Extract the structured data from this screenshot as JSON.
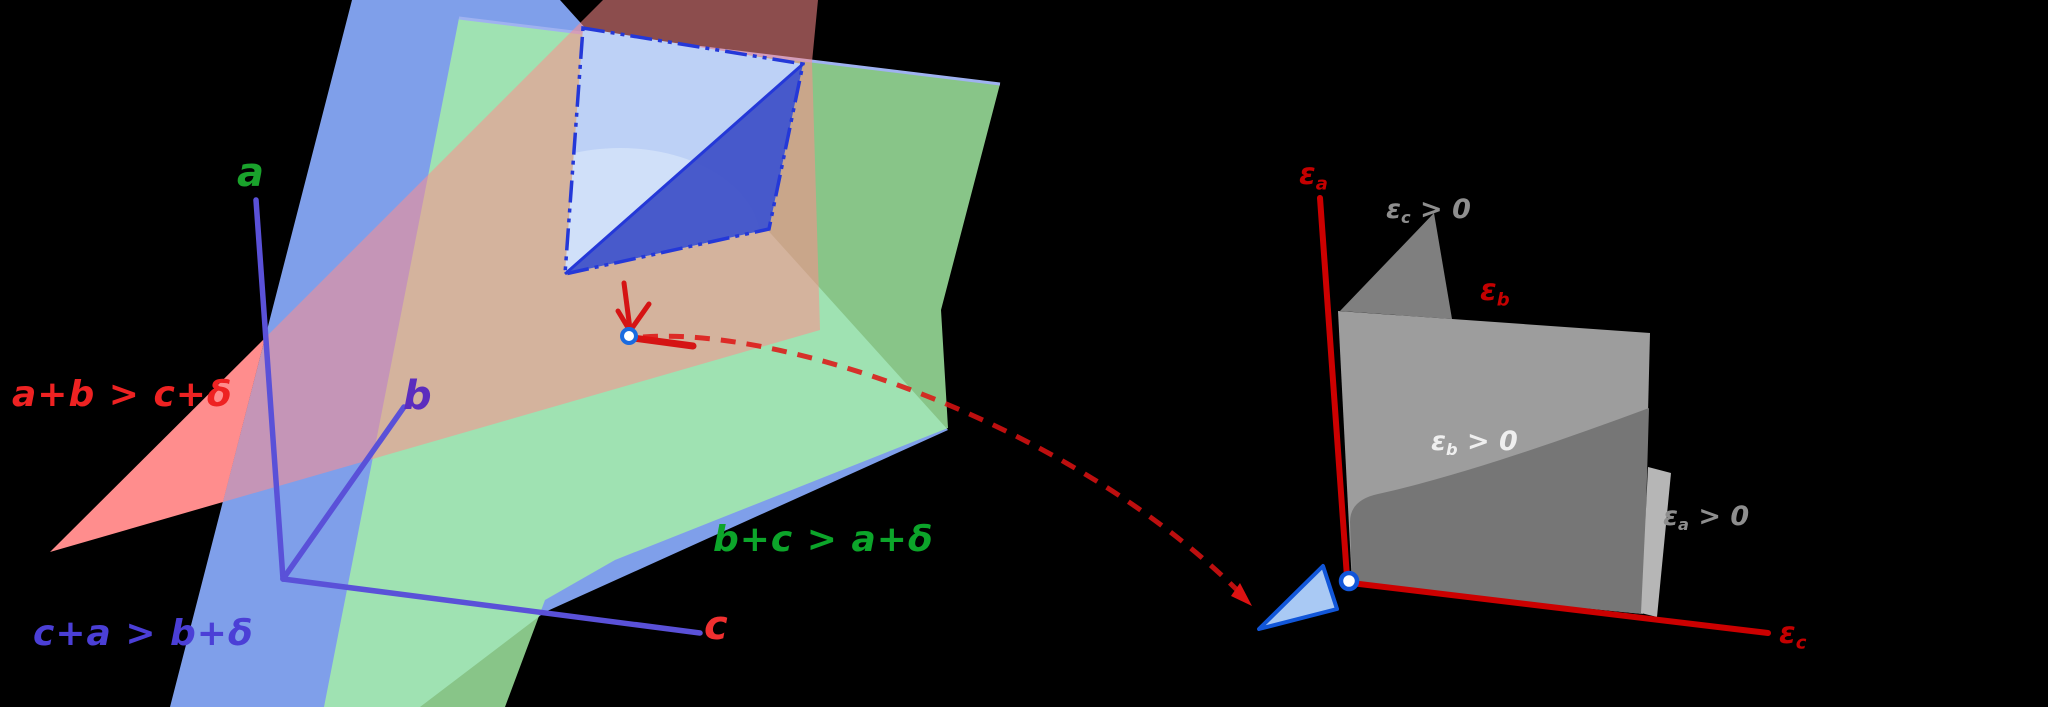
{
  "left": {
    "axis_a": "a",
    "axis_b": "b",
    "axis_c": "c",
    "ineq_red": "a+b > c+δ",
    "ineq_blue": "c+a > b+δ",
    "ineq_green": "b+c > a+δ",
    "colors": {
      "plane_red": "#FF8D8D",
      "plane_green": "#90DC90",
      "plane_blue": "#7F9FEA",
      "sample_plane_light": "#BDD1F6",
      "sample_plane_dark": "#4052C8",
      "axes": "#5A51D8",
      "label_a": "#1AA32C",
      "label_b": "#5B2DBE",
      "label_c": "#F03030",
      "ineq_red_color": "#EE2222",
      "ineq_blue_color": "#4B3FD6",
      "ineq_green_color": "#0CA52A",
      "marker": "#D51414"
    }
  },
  "right": {
    "eps_a_base": "ε",
    "eps_a_sub": "a",
    "eps_b_base": "ε",
    "eps_b_sub": "b",
    "eps_c_base": "ε",
    "eps_c_sub": "c",
    "reg_c_base": "ε",
    "reg_c_sub": "c",
    "reg_c_rest": " > 0",
    "reg_b_base": "ε",
    "reg_b_sub": "b",
    "reg_b_rest": " > 0",
    "reg_a_base": "ε",
    "reg_a_sub": "a",
    "reg_a_rest": " > 0",
    "colors": {
      "axes": "#CC0000",
      "plane_light": "#9D9D9D",
      "plane_dark": "#767676",
      "plane_small_triangle": "#7F7F7F",
      "plane_right_sliver": "#B6B6B6",
      "origin_triangle_fill": "#A9C9F4",
      "origin_triangle_stroke": "#1156D9",
      "gray_label": "#8E8E8E",
      "white_label": "#EFEFEF",
      "connector": "#DE1212"
    }
  }
}
